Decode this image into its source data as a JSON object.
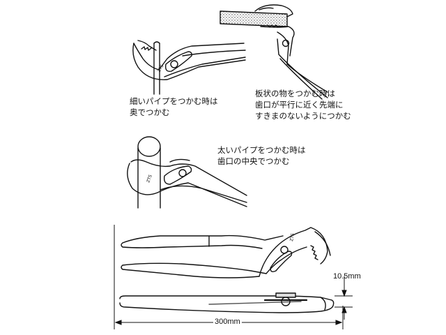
{
  "captions": {
    "thin_pipe": {
      "line1": "細いパイプをつかむ時は",
      "line2": "奥でつかむ"
    },
    "plate": {
      "line1": "板状の物をつかむ時は",
      "line2": "歯口が平行に近く先端に",
      "line3": "すきまのないようにつかむ"
    },
    "thick_pipe": {
      "line1": "太いパイプをつかむ時は",
      "line2": "歯口の中央でつかむ"
    }
  },
  "dimensions": {
    "length": "300mm",
    "thickness": "10.5mm"
  },
  "colors": {
    "line": "#111111",
    "paper": "#ffffff",
    "shade": "#bdbdbd"
  }
}
